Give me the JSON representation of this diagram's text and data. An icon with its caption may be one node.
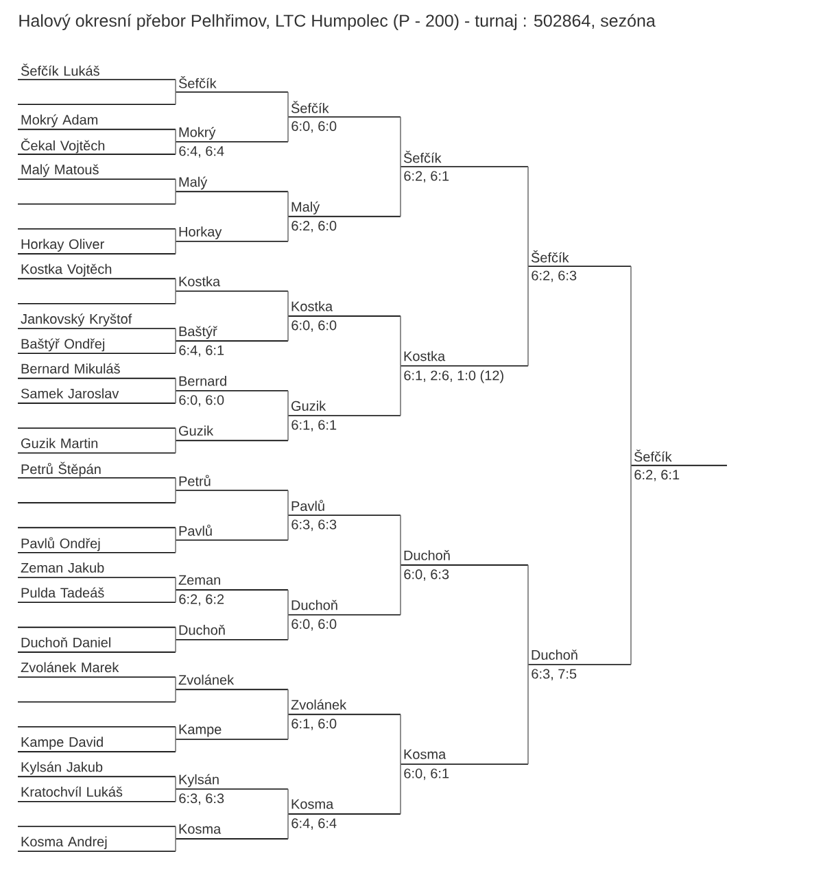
{
  "diagram": {
    "title": "Halový okresní přebor Pelhřimov, LTC Humpolec (P - 200) - turnaj : 502864, sezóna",
    "nodes": [
      {
        "text": [
          "Šefčík Lukáš"
        ]
      },
      {
        "text": [],
        "shape": "bar"
      },
      {
        "text": [
          "Mokrý Adam"
        ]
      },
      {
        "text": [
          "Čekal Vojtěch"
        ]
      },
      {
        "text": [
          "Malý Matouš"
        ]
      },
      {
        "text": [],
        "shape": "bar"
      },
      {
        "text": [],
        "shape": "bar"
      },
      {
        "text": [
          "Horkay Oliver"
        ]
      },
      {
        "text": [
          "Kostka Vojtěch"
        ]
      },
      {
        "text": [],
        "shape": "bar"
      },
      {
        "text": [
          "Jankovský Kryštof"
        ]
      },
      {
        "text": [
          "Baštýř Ondřej"
        ]
      },
      {
        "text": [
          "Bernard Mikuláš"
        ]
      },
      {
        "text": [
          "Samek Jaroslav"
        ]
      },
      {
        "text": [],
        "shape": "bar"
      },
      {
        "text": [
          "Guzik Martin"
        ]
      },
      {
        "text": [
          "Petrů Štěpán"
        ]
      },
      {
        "text": [],
        "shape": "bar"
      },
      {
        "text": [],
        "shape": "bar"
      },
      {
        "text": [
          "Pavlů Ondřej"
        ]
      },
      {
        "text": [
          "Zeman Jakub"
        ]
      },
      {
        "text": [
          "Pulda Tadeáš"
        ]
      },
      {
        "text": [],
        "shape": "bar"
      },
      {
        "text": [
          "Duchoň Daniel"
        ]
      },
      {
        "text": [
          "Zvolánek Marek"
        ]
      },
      {
        "text": [],
        "shape": "bar"
      },
      {
        "text": [],
        "shape": "bar"
      },
      {
        "text": [
          "Kampe David"
        ]
      },
      {
        "text": [
          "Kylsán Jakub"
        ]
      },
      {
        "text": [
          "Kratochvíl Lukáš"
        ]
      },
      {
        "text": [],
        "shape": "bar"
      },
      {
        "text": [
          "Kosma Andrej"
        ]
      },
      {
        "text": [
          "Šefčík"
        ]
      },
      {
        "text": [
          "Mokrý"
        ],
        "beside": [
          "6:4, 6:4"
        ]
      },
      {
        "text": [
          "Malý"
        ]
      },
      {
        "text": [
          "Horkay"
        ]
      },
      {
        "text": [
          "Kostka"
        ]
      },
      {
        "text": [
          "Baštýř"
        ],
        "beside": [
          "6:4, 6:1"
        ]
      },
      {
        "text": [
          "Bernard"
        ],
        "beside": [
          "6:0, 6:0"
        ]
      },
      {
        "text": [
          "Guzik"
        ]
      },
      {
        "text": [
          "Petrů"
        ]
      },
      {
        "text": [
          "Pavlů"
        ]
      },
      {
        "text": [
          "Zeman"
        ],
        "beside": [
          "6:2, 6:2"
        ]
      },
      {
        "text": [
          "Duchoň"
        ]
      },
      {
        "text": [
          "Zvolánek"
        ]
      },
      {
        "text": [
          "Kampe"
        ]
      },
      {
        "text": [
          "Kylsán"
        ],
        "beside": [
          "6:3, 6:3"
        ]
      },
      {
        "text": [
          "Kosma"
        ]
      },
      {
        "text": [
          "Šefčík"
        ],
        "beside": [
          "6:0, 6:0"
        ]
      },
      {
        "text": [
          "Malý"
        ],
        "beside": [
          "6:2, 6:0"
        ]
      },
      {
        "text": [
          "Kostka"
        ],
        "beside": [
          "6:0, 6:0"
        ]
      },
      {
        "text": [
          "Guzik"
        ],
        "beside": [
          "6:1, 6:1"
        ]
      },
      {
        "text": [
          "Pavlů"
        ],
        "beside": [
          "6:3, 6:3"
        ]
      },
      {
        "text": [
          "Duchoň"
        ],
        "beside": [
          "6:0, 6:0"
        ]
      },
      {
        "text": [
          "Zvolánek"
        ],
        "beside": [
          "6:1, 6:0"
        ]
      },
      {
        "text": [
          "Kosma"
        ],
        "beside": [
          "6:4, 6:4"
        ]
      },
      {
        "text": [
          "Šefčík"
        ],
        "beside": [
          "6:2, 6:1"
        ]
      },
      {
        "text": [
          "Kostka"
        ],
        "beside": [
          "6:1, 2:6, 1:0 (12)"
        ]
      },
      {
        "text": [
          "Duchoň"
        ],
        "beside": [
          "6:0, 6:3"
        ]
      },
      {
        "text": [
          "Kosma"
        ],
        "beside": [
          "6:0, 6:1"
        ]
      },
      {
        "text": [
          "Šefčík"
        ],
        "beside": [
          "6:2, 6:3"
        ]
      },
      {
        "text": [
          "Duchoň"
        ],
        "beside": [
          "6:3, 7:5"
        ]
      },
      {
        "text": [
          "Šefčík"
        ],
        "beside": [
          "6:2, 6:1"
        ]
      }
    ],
    "edges": [
      {
        "from": 0,
        "to": 32,
        "arrow": "none"
      },
      {
        "from": 1,
        "to": 32,
        "arrow": "none"
      },
      {
        "from": 2,
        "to": 33,
        "arrow": "none"
      },
      {
        "from": 3,
        "to": 33,
        "arrow": "none"
      },
      {
        "from": 4,
        "to": 34,
        "arrow": "none"
      },
      {
        "from": 5,
        "to": 34,
        "arrow": "none"
      },
      {
        "from": 6,
        "to": 35,
        "arrow": "none"
      },
      {
        "from": 7,
        "to": 35,
        "arrow": "none"
      },
      {
        "from": 8,
        "to": 36,
        "arrow": "none"
      },
      {
        "from": 9,
        "to": 36,
        "arrow": "none"
      },
      {
        "from": 10,
        "to": 37,
        "arrow": "none"
      },
      {
        "from": 11,
        "to": 37,
        "arrow": "none"
      },
      {
        "from": 12,
        "to": 38,
        "arrow": "none"
      },
      {
        "from": 13,
        "to": 38,
        "arrow": "none"
      },
      {
        "from": 14,
        "to": 39,
        "arrow": "none"
      },
      {
        "from": 15,
        "to": 39,
        "arrow": "none"
      },
      {
        "from": 16,
        "to": 40,
        "arrow": "none"
      },
      {
        "from": 17,
        "to": 40,
        "arrow": "none"
      },
      {
        "from": 18,
        "to": 41,
        "arrow": "none"
      },
      {
        "from": 19,
        "to": 41,
        "arrow": "none"
      },
      {
        "from": 20,
        "to": 42,
        "arrow": "none"
      },
      {
        "from": 21,
        "to": 42,
        "arrow": "none"
      },
      {
        "from": 22,
        "to": 43,
        "arrow": "none"
      },
      {
        "from": 23,
        "to": 43,
        "arrow": "none"
      },
      {
        "from": 24,
        "to": 44,
        "arrow": "none"
      },
      {
        "from": 25,
        "to": 44,
        "arrow": "none"
      },
      {
        "from": 26,
        "to": 45,
        "arrow": "none"
      },
      {
        "from": 27,
        "to": 45,
        "arrow": "none"
      },
      {
        "from": 28,
        "to": 46,
        "arrow": "none"
      },
      {
        "from": 29,
        "to": 46,
        "arrow": "none"
      },
      {
        "from": 30,
        "to": 47,
        "arrow": "none"
      },
      {
        "from": 31,
        "to": 47,
        "arrow": "none"
      },
      {
        "from": 32,
        "to": 48,
        "arrow": "none"
      },
      {
        "from": 33,
        "to": 48,
        "arrow": "none"
      },
      {
        "from": 34,
        "to": 49,
        "arrow": "none"
      },
      {
        "from": 35,
        "to": 49,
        "arrow": "none"
      },
      {
        "from": 36,
        "to": 50,
        "arrow": "none"
      },
      {
        "from": 37,
        "to": 50,
        "arrow": "none"
      },
      {
        "from": 38,
        "to": 51,
        "arrow": "none"
      },
      {
        "from": 39,
        "to": 51,
        "arrow": "none"
      },
      {
        "from": 40,
        "to": 52,
        "arrow": "none"
      },
      {
        "from": 41,
        "to": 52,
        "arrow": "none"
      },
      {
        "from": 42,
        "to": 53,
        "arrow": "none"
      },
      {
        "from": 43,
        "to": 53,
        "arrow": "none"
      },
      {
        "from": 44,
        "to": 54,
        "arrow": "none"
      },
      {
        "from": 45,
        "to": 54,
        "arrow": "none"
      },
      {
        "from": 46,
        "to": 55,
        "arrow": "none"
      },
      {
        "from": 47,
        "to": 55,
        "arrow": "none"
      },
      {
        "from": 48,
        "to": 56,
        "arrow": "none"
      },
      {
        "from": 49,
        "to": 56,
        "arrow": "none"
      },
      {
        "from": 50,
        "to": 57,
        "arrow": "none"
      },
      {
        "from": 51,
        "to": 57,
        "arrow": "none"
      },
      {
        "from": 52,
        "to": 58,
        "arrow": "none"
      },
      {
        "from": 53,
        "to": 58,
        "arrow": "none"
      },
      {
        "from": 54,
        "to": 59,
        "arrow": "none"
      },
      {
        "from": 55,
        "to": 59,
        "arrow": "none"
      },
      {
        "from": 56,
        "to": 60,
        "arrow": "none"
      },
      {
        "from": 57,
        "to": 60,
        "arrow": "none"
      },
      {
        "from": 58,
        "to": 61,
        "arrow": "none"
      },
      {
        "from": 59,
        "to": 61,
        "arrow": "none"
      },
      {
        "from": 60,
        "to": 62,
        "arrow": "none"
      },
      {
        "from": 61,
        "to": 62,
        "arrow": "none"
      }
    ]
  }
}
